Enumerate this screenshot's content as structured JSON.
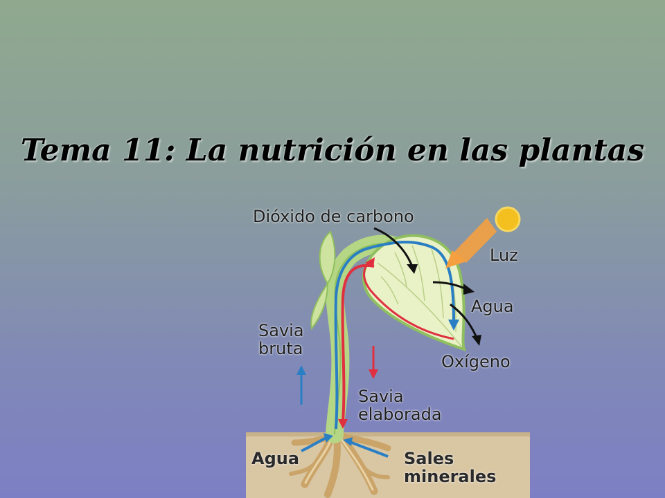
{
  "slide": {
    "title": "Tema 11: La nutrición en las plantas"
  },
  "diagram": {
    "labels": {
      "co2": "Dióxido de carbono",
      "light": "Luz",
      "water_out": "Agua",
      "oxygen": "Oxígeno",
      "raw_sap": "Savia\nbruta",
      "processed_sap": "Savia\nelaborada",
      "water_in": "Agua",
      "minerals": "Sales\nminerales"
    },
    "colors": {
      "raw_sap": "#2a7fc4",
      "processed_sap": "#e03040",
      "leaf": "#e8f0c4",
      "leaf_edge": "#9bbf6a",
      "stem": "#b9d98a",
      "soil": "#d8c4a0",
      "sun": "#f4c020",
      "light_beam": "#f5a040"
    }
  }
}
